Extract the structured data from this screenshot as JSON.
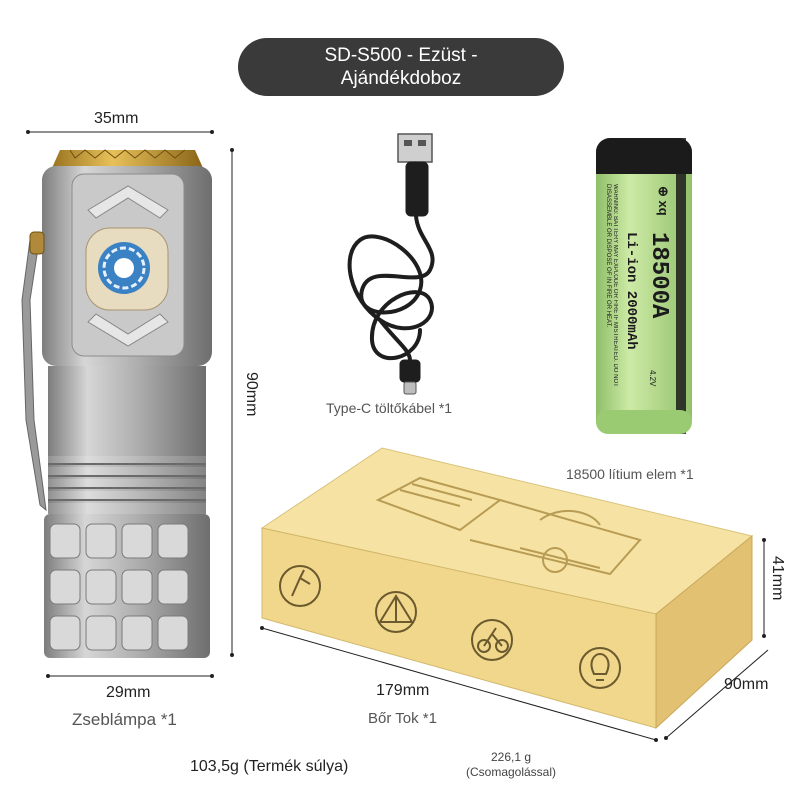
{
  "header": {
    "line1": "SD-S500 - Ezüst -",
    "line2": "Ajándékdoboz"
  },
  "flashlight": {
    "width_label": "35mm",
    "height_label": "90mm",
    "base_label": "29mm",
    "name": "Zseblámpa *1",
    "weight": "103,5g (Termék súlya)"
  },
  "cable": {
    "name": "Type-C töltőkábel *1"
  },
  "battery": {
    "name": "18500 lítium elem *1",
    "brand": "⊕ xq",
    "model": "18500A",
    "spec": "Li-ion 2000mAh",
    "voltage": "4.2V",
    "warning": "WARNING: BATTERY MAY EXPLODE OR FIRE IF MISTREATED. DO NOT DISASSEMBLE OR DISPOSE OF IN FIRE OR HEAT."
  },
  "box": {
    "length_label": "179mm",
    "depth_label": "90mm",
    "height_label": "41mm",
    "name": "Bőr Tok *1",
    "weight_line1": "226,1 g",
    "weight_line2": "(Csomagolással)"
  },
  "icons": [
    "climber-icon",
    "tent-icon",
    "cyclist-icon",
    "bulb-icon"
  ],
  "colors": {
    "pill": "#3a3a3a",
    "battery_green": "#b7dc8f",
    "box_kraft": "#f0d98f",
    "flashlight_silver": "#a9a9a9",
    "lens_blue": "#3b82c4"
  }
}
